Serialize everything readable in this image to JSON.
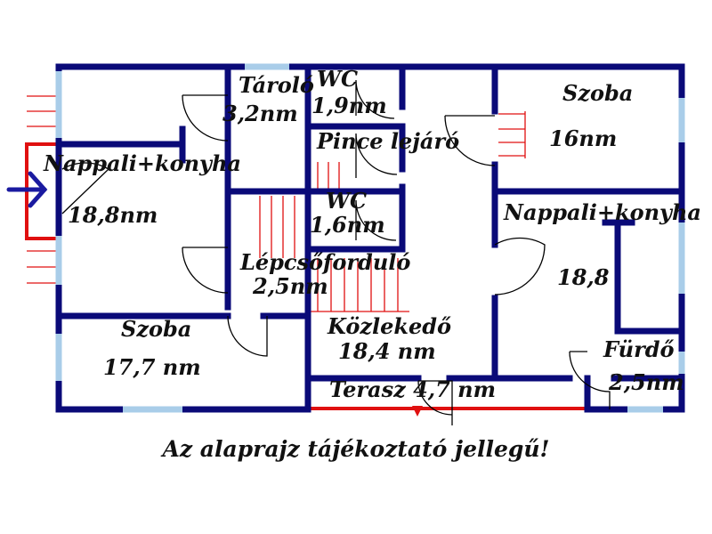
{
  "colors": {
    "wall": "#0a0a78",
    "window": "#a9cde9",
    "accent_red": "#e01010",
    "door_line": "#000000",
    "arrow": "#1a1aa0",
    "text": "#111111"
  },
  "labels": {
    "taroló": "Tároló",
    "taroló_area": "3,2nm",
    "wc1": "WC",
    "wc1_area": "1,9nm",
    "szoba1": "Szoba",
    "szoba1_area": "16nm",
    "pince": "Pince lejáró",
    "nappali_left": "Nappali+konyha",
    "nappali_left_area": "18,8nm",
    "wc2": "WC",
    "wc2_area": "1,6nm",
    "nappali_right": "Nappali+konyha",
    "nappali_right_area": "18,8",
    "lepcso": "Lépcsőforduló",
    "lepcso_area": "2,5nm",
    "szoba2": "Szoba",
    "szoba2_area": "17,7 nm",
    "kozlekedo": "Közlekedő",
    "kozlekedo_area": "18,4 nm",
    "furdo": "Fürdő",
    "furdo_area": "2,5nm",
    "terasz": "Terasz 4,7 nm"
  },
  "caption": "Az alaprajz tájékoztató jellegű!"
}
